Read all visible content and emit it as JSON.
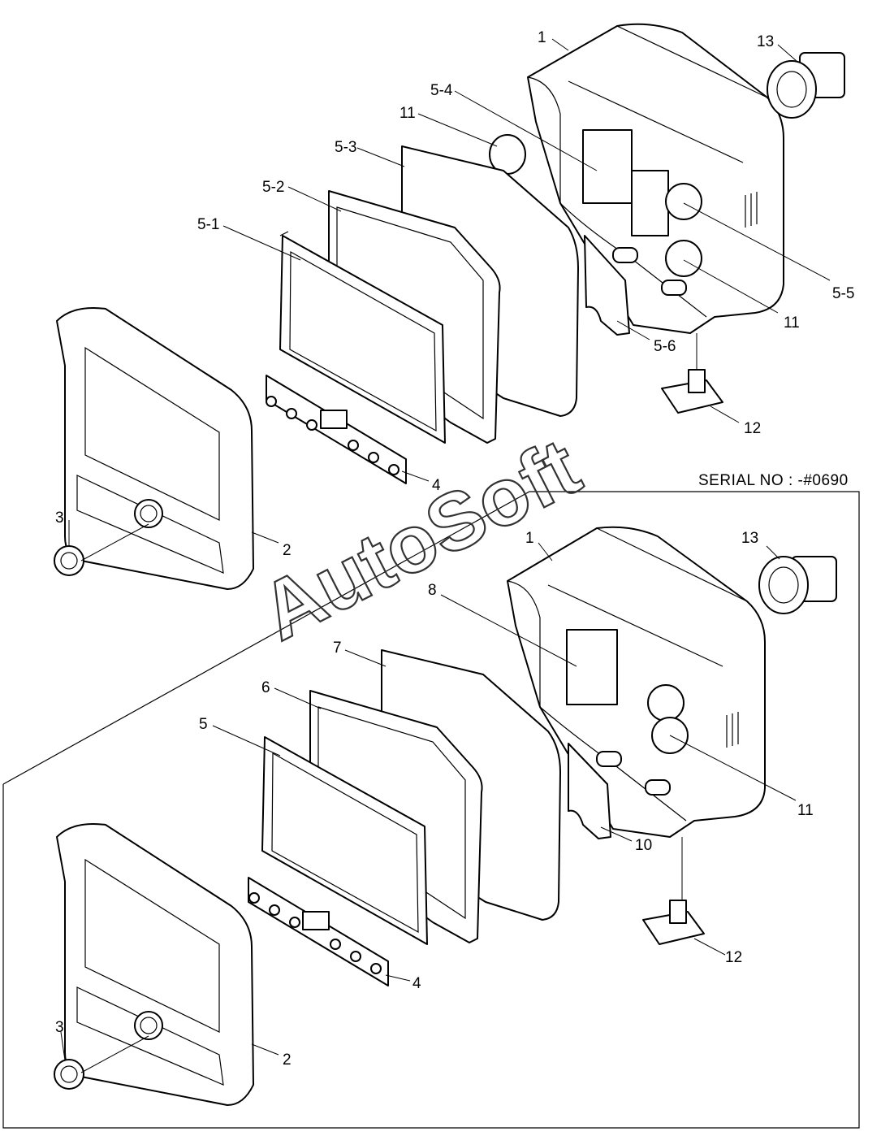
{
  "serial_note": "SERIAL NO : -#0690",
  "watermark": "AutoSoft",
  "upper_assembly": {
    "labels": [
      "1",
      "13",
      "5-4",
      "11",
      "5-3",
      "5-2",
      "5-1",
      "5-5",
      "11",
      "5-6",
      "12",
      "4",
      "3",
      "2"
    ]
  },
  "lower_assembly": {
    "labels": [
      "1",
      "13",
      "8",
      "7",
      "6",
      "5",
      "11",
      "10",
      "12",
      "4",
      "3",
      "2"
    ]
  },
  "colors": {
    "line": "#000000",
    "background": "#ffffff",
    "watermark": "#333333"
  }
}
